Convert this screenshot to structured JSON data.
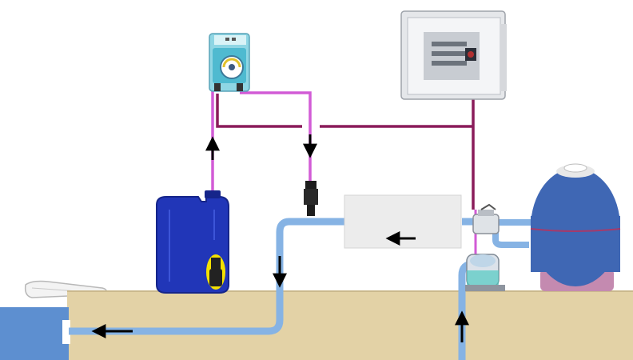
{
  "diagram": {
    "kind": "pool-chemical-dosing-installation",
    "components": [
      "ground",
      "pool-water",
      "pool-coping",
      "dosing-pump",
      "control-panel",
      "chemical-canister",
      "foot-valve",
      "injection-valve",
      "heat-exchanger",
      "multiport-valve",
      "circulation-pump",
      "sand-filter"
    ],
    "flow_arrows": [
      {
        "name": "suction-line-arrow",
        "direction": "up"
      },
      {
        "name": "dosing-line-arrow",
        "direction": "down"
      },
      {
        "name": "return-pipe-arrow",
        "direction": "down"
      },
      {
        "name": "exchanger-arrow",
        "direction": "left"
      },
      {
        "name": "pool-inlet-arrow",
        "direction": "left"
      },
      {
        "name": "pump-suction-arrow",
        "direction": "up"
      }
    ]
  },
  "colors": {
    "sky": "#ffffff",
    "ground": "#e3d2a6",
    "ground_edge": "#cbb98d",
    "water": "#5d8fd0",
    "pipe_blue": "#86b3e4",
    "pipe_dark": "#5e8fc9",
    "dosing_tube": "#d25bd6",
    "cable": "#8a1c5a",
    "canister": "#2136b8",
    "canister_dark": "#15258a",
    "foot_valve_halo": "#f4e100",
    "filter_body": "#3f67b4",
    "filter_base": "#c48ab0",
    "pump_green": "#48c7bf",
    "exchanger_fill": "#ececec",
    "arrow": "#000000"
  }
}
